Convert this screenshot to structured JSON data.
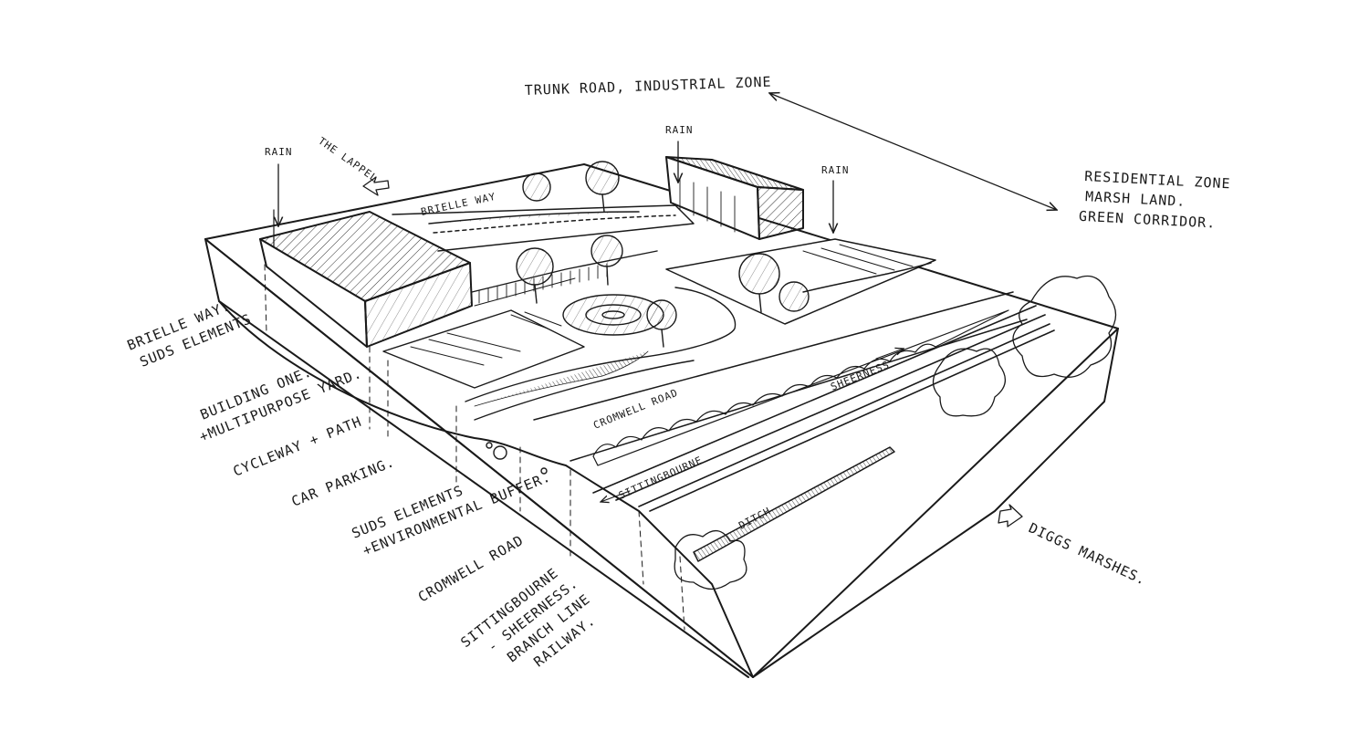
{
  "top_labels": {
    "industrial": "TRUNK ROAD, INDUSTRIAL ZONE",
    "residential": [
      "RESIDENTIAL ZONE",
      "MARSH LAND.",
      "GREEN CORRIDOR."
    ],
    "marshes": "DIGGS MARSHES."
  },
  "rain_label": "RAIN",
  "small_labels": {
    "lappel": "THE LAPPEL",
    "brielle": "BRIELLE WAY",
    "cromwell": "CROMWELL ROAD",
    "sheerness": "SHEERNESS",
    "sittingbourne": "SITTINGBOURNE",
    "ditch": "DITCH"
  },
  "left_labels": [
    [
      "BRIELLE WAY.",
      "SUDS ELEMENTS"
    ],
    [
      "BUILDING ONE.",
      "+MULTIPURPOSE YARD."
    ],
    [
      "CYCLEWAY + PATH"
    ],
    [
      "CAR PARKING."
    ],
    [
      "SUDS ELEMENTS",
      "+ENVIRONMENTAL BUFFER."
    ],
    [
      "CROMWELL ROAD"
    ],
    [
      "SITTINGBOURNE",
      "- SHEERNESS.",
      "BRANCH LINE",
      "RAILWAY."
    ]
  ]
}
